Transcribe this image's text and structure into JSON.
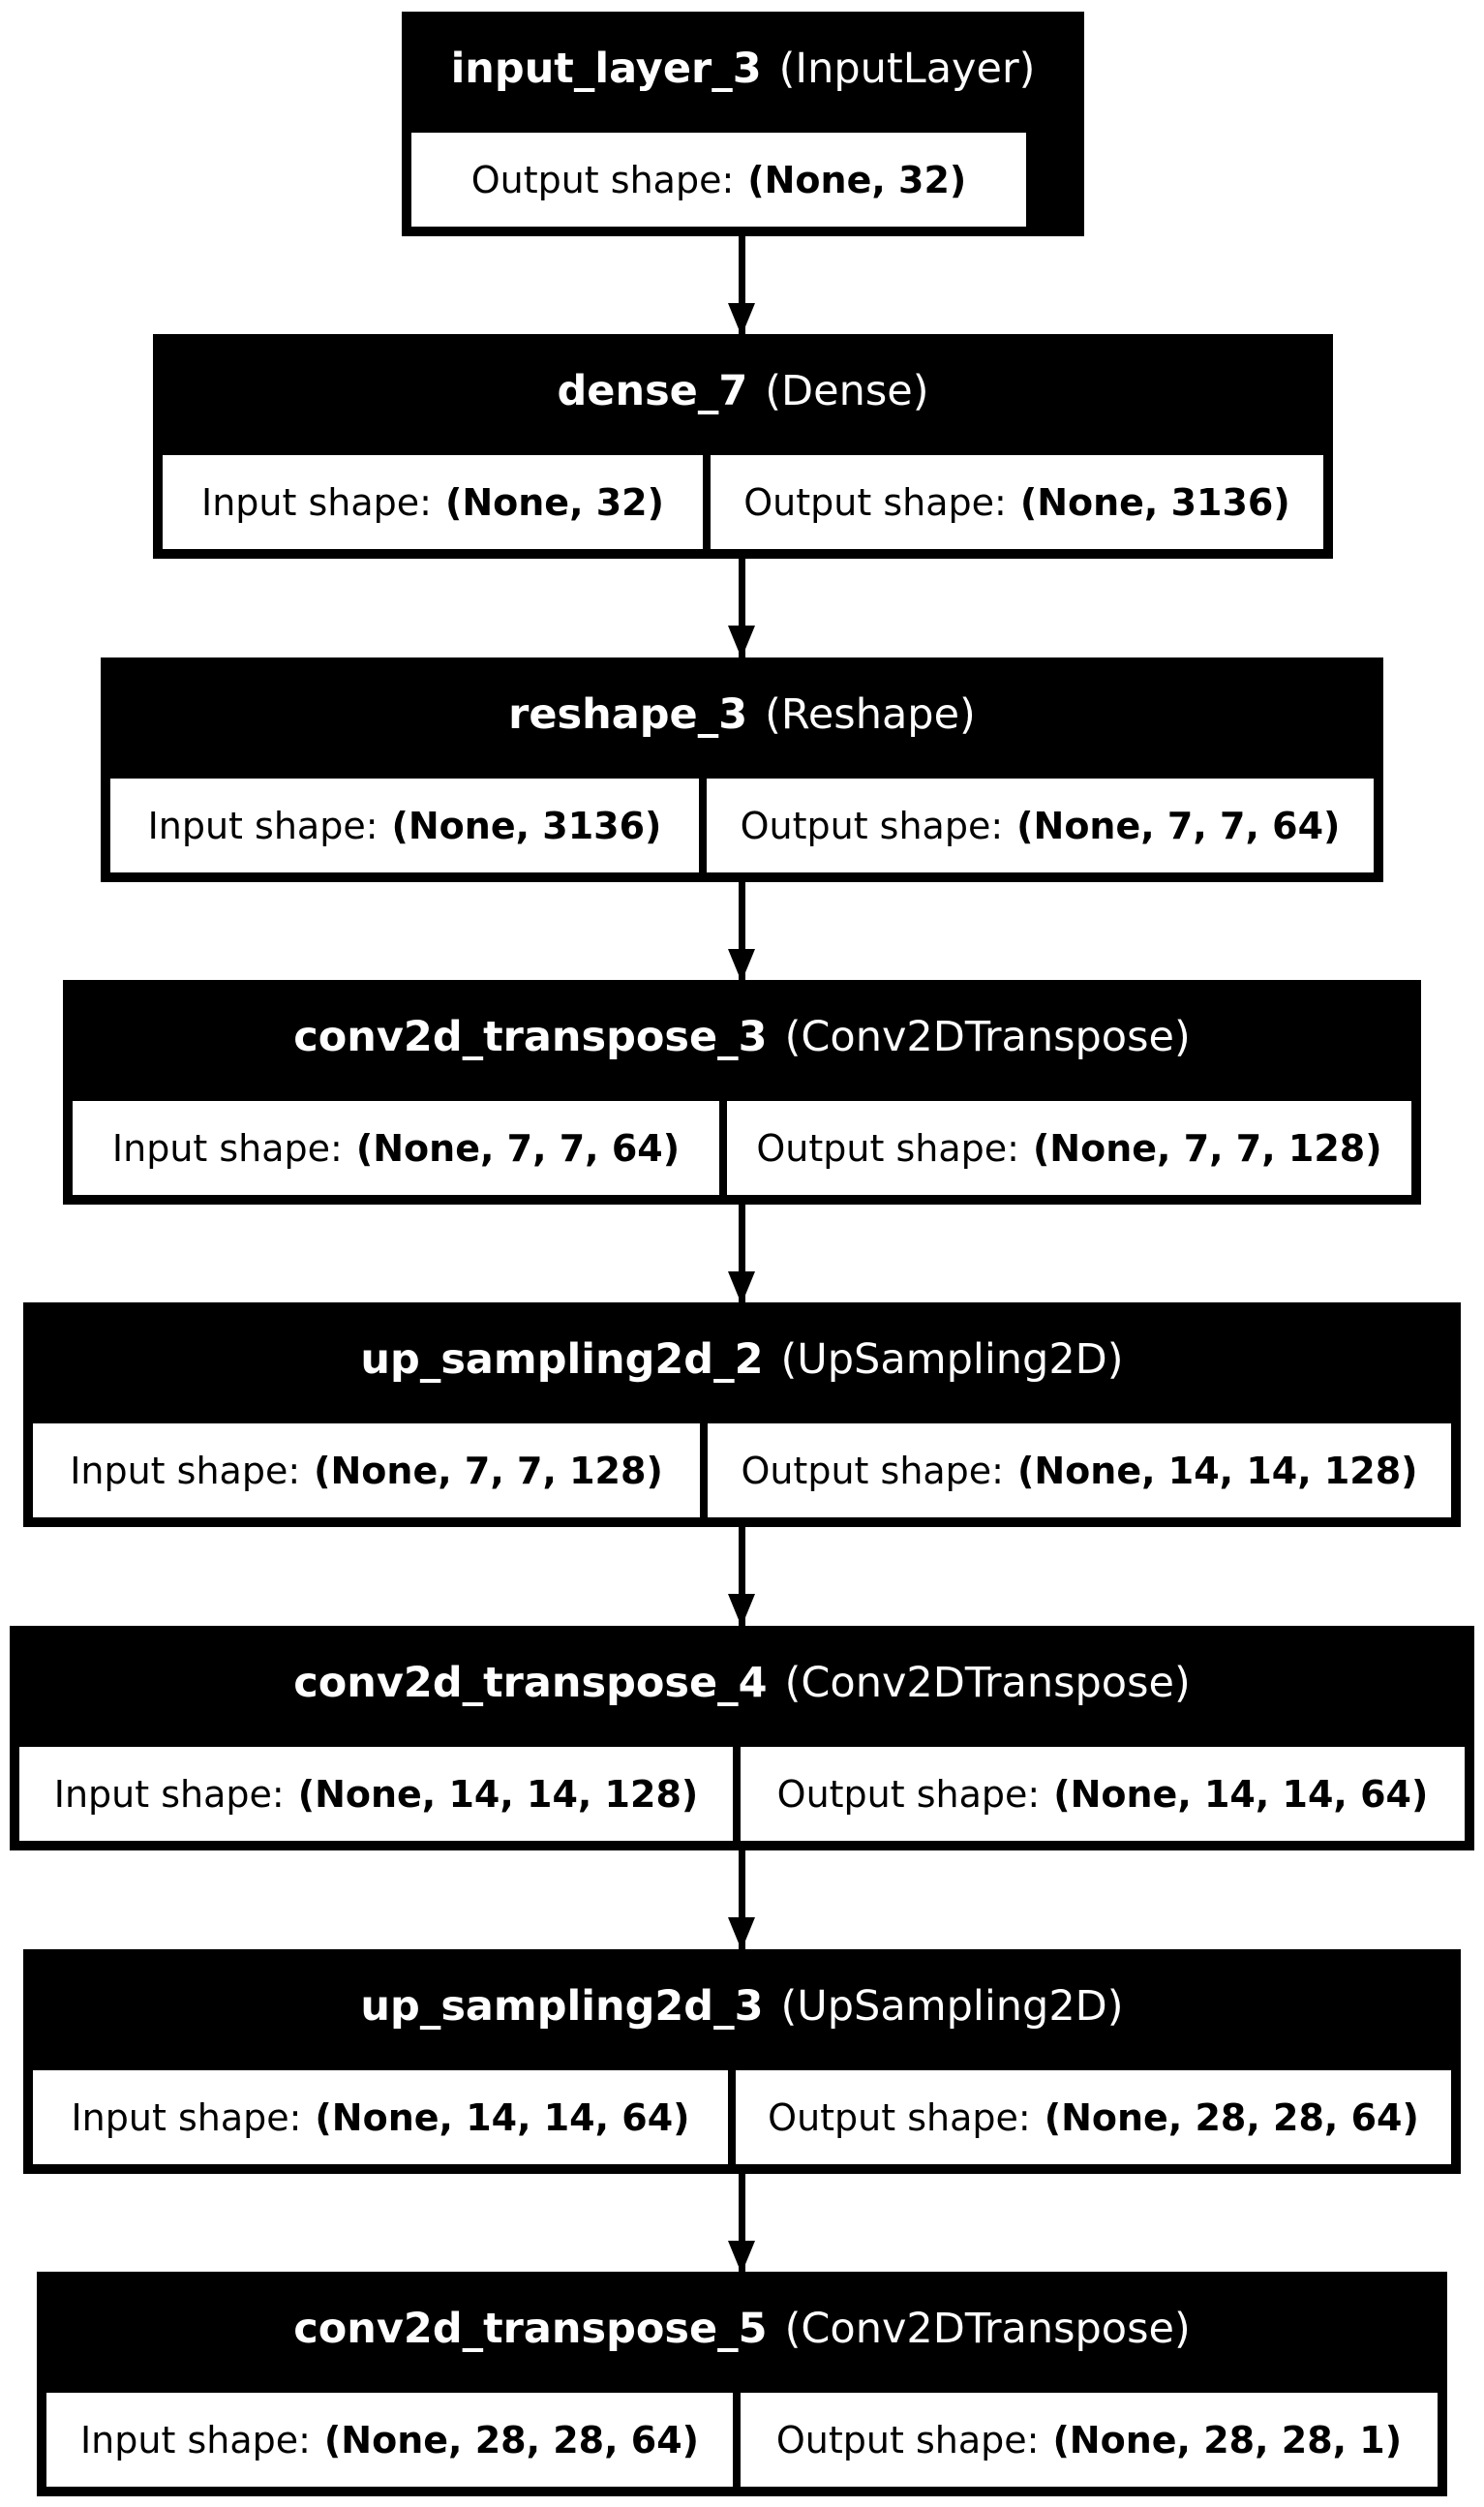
{
  "diagram": {
    "layers": [
      {
        "name": "input_layer_3",
        "type": "(InputLayer)",
        "cells": [
          {
            "label": "Output shape:",
            "value": "(None, 32)"
          }
        ]
      },
      {
        "name": "dense_7",
        "type": "(Dense)",
        "cells": [
          {
            "label": "Input shape:",
            "value": "(None, 32)"
          },
          {
            "label": "Output shape:",
            "value": "(None, 3136)"
          }
        ]
      },
      {
        "name": "reshape_3",
        "type": "(Reshape)",
        "cells": [
          {
            "label": "Input shape:",
            "value": "(None, 3136)"
          },
          {
            "label": "Output shape:",
            "value": "(None, 7, 7, 64)"
          }
        ]
      },
      {
        "name": "conv2d_transpose_3",
        "type": "(Conv2DTranspose)",
        "cells": [
          {
            "label": "Input shape:",
            "value": "(None, 7, 7, 64)"
          },
          {
            "label": "Output shape:",
            "value": "(None, 7, 7, 128)"
          }
        ]
      },
      {
        "name": "up_sampling2d_2",
        "type": "(UpSampling2D)",
        "cells": [
          {
            "label": "Input shape:",
            "value": "(None, 7, 7, 128)"
          },
          {
            "label": "Output shape:",
            "value": "(None, 14, 14, 128)"
          }
        ]
      },
      {
        "name": "conv2d_transpose_4",
        "type": "(Conv2DTranspose)",
        "cells": [
          {
            "label": "Input shape:",
            "value": "(None, 14, 14, 128)"
          },
          {
            "label": "Output shape:",
            "value": "(None, 14, 14, 64)"
          }
        ]
      },
      {
        "name": "up_sampling2d_3",
        "type": "(UpSampling2D)",
        "cells": [
          {
            "label": "Input shape:",
            "value": "(None, 14, 14, 64)"
          },
          {
            "label": "Output shape:",
            "value": "(None, 28, 28, 64)"
          }
        ]
      },
      {
        "name": "conv2d_transpose_5",
        "type": "(Conv2DTranspose)",
        "cells": [
          {
            "label": "Input shape:",
            "value": "(None, 28, 28, 64)"
          },
          {
            "label": "Output shape:",
            "value": "(None, 28, 28, 1)"
          }
        ]
      }
    ],
    "colors": {
      "header_background": "#000000",
      "header_text": "#ffffff",
      "cell_background": "#ffffff",
      "cell_text": "#000000",
      "arrow": "#000000"
    }
  }
}
